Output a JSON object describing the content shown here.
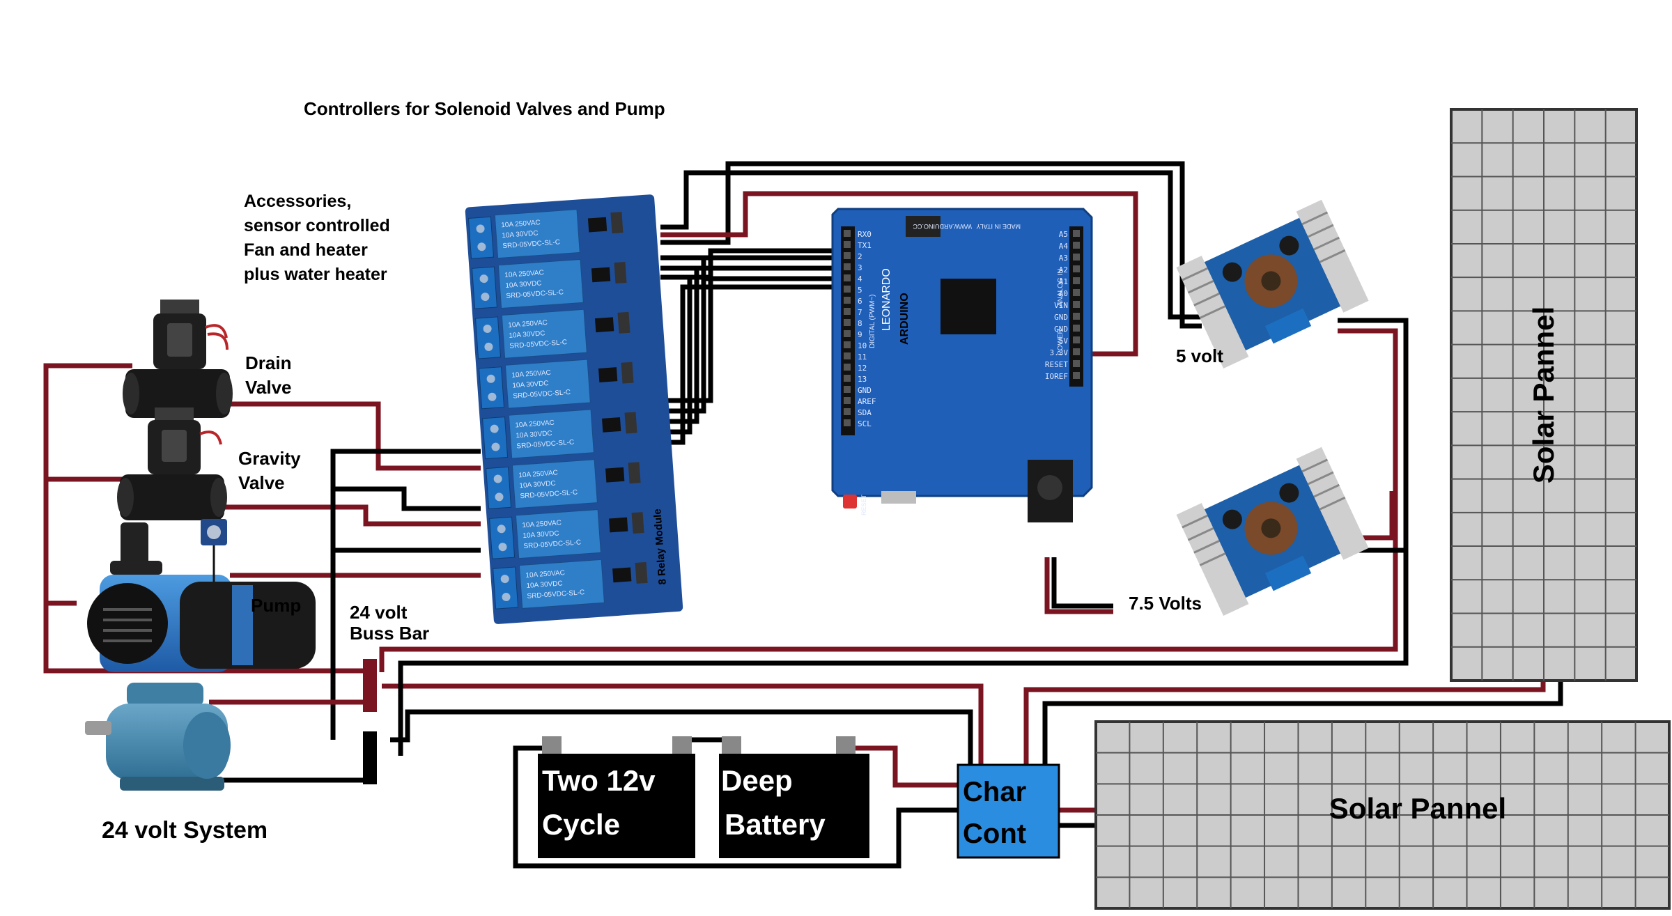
{
  "title": "Controllers for Solenoid Valves and Pump",
  "labels": {
    "accessories": [
      "Accessories,",
      "sensor controlled",
      "Fan and heater",
      "plus water heater"
    ],
    "drain_valve": [
      "Drain",
      "Valve"
    ],
    "gravity_valve": [
      "Gravity",
      "Valve"
    ],
    "pump": "Pump",
    "buss_bar": [
      "24 volt",
      "Buss Bar"
    ],
    "system": "24 volt System",
    "five_volt": "5 volt",
    "seven_five_volts": "7.5 Volts",
    "battery_left": [
      "Two 12v",
      "Cycle"
    ],
    "battery_right": [
      "Deep",
      "Battery"
    ],
    "charge_controller": [
      "Char",
      "Cont"
    ],
    "solar_vertical": "Solar Pannel",
    "solar_horizontal": "Solar Pannel"
  },
  "relay_board": {
    "module_text": "8 Relay Module",
    "relay_text": [
      "10A 250VAC",
      "10A 30VDC",
      "SRD-05VDC-SL-C"
    ]
  },
  "arduino": {
    "brand": "ARDUINO",
    "model": "LEONARDO",
    "made_in": "MADE IN ITALY",
    "url": "WWW.ARDUINO.CC",
    "reset": "RESET",
    "digital_header": "DIGITAL (PWM~)",
    "analog_header": "ANALOG IN",
    "power_header": "POWER",
    "left_pins": [
      "RX0",
      "TX1",
      "2",
      "3",
      "4",
      "5",
      "6",
      "7",
      "8",
      "9",
      "10",
      "11",
      "12",
      "13",
      "GND",
      "AREF",
      "SDA",
      "SCL"
    ],
    "right_pins": [
      "A5",
      "A4",
      "A3",
      "A2",
      "A1",
      "A0",
      "VIN",
      "GND",
      "GND",
      "5V",
      "3.3V",
      "RESET",
      "IOREF"
    ]
  },
  "colors": {
    "wire_red": "#7a1420",
    "wire_black": "#000000",
    "board_blue": "#1f5fb8",
    "relay_blue": "#2f7ec8",
    "controller_blue": "#2a8de0",
    "panel_gray": "#cccccc"
  }
}
